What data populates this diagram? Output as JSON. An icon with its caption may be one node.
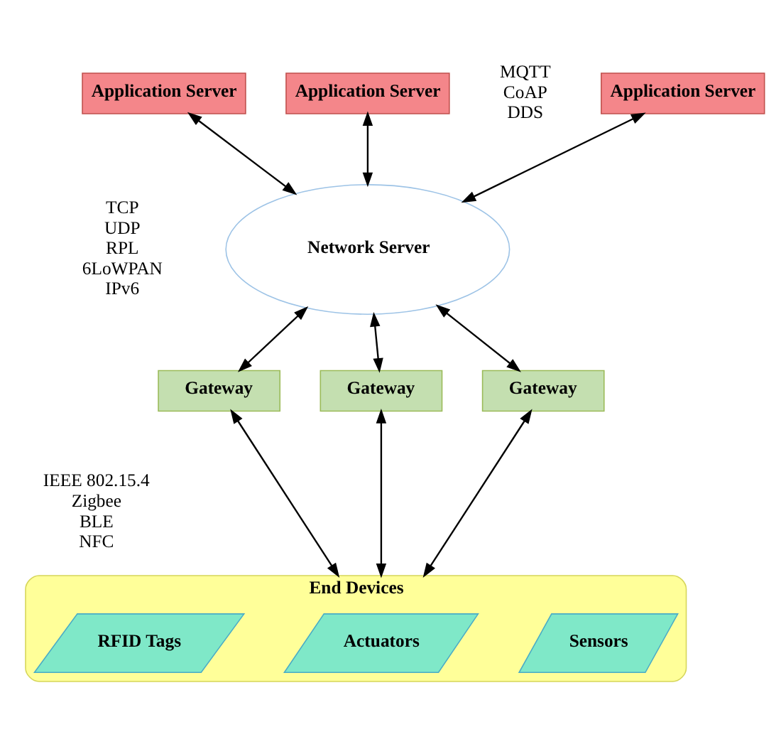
{
  "diagram": {
    "nodes": [
      {
        "text": [
          "Application Server"
        ]
      },
      {
        "text": [
          "Application Server"
        ]
      },
      {
        "text": [
          "Application Server"
        ]
      },
      {
        "text": [
          "Network Server"
        ]
      },
      {
        "text": [
          "Gateway"
        ]
      },
      {
        "text": [
          "Gateway"
        ]
      },
      {
        "text": [
          "Gateway"
        ]
      },
      {
        "text": [
          "End Devices"
        ]
      },
      {
        "text": [
          "Sensors"
        ],
        "in": 7
      },
      {
        "text": [
          "Actuators"
        ],
        "in": 7
      },
      {
        "text": [
          "RFID Tags"
        ],
        "in": 7
      }
    ],
    "edges": [
      {
        "from": 0,
        "to": 3,
        "arrow": "both"
      },
      {
        "from": 1,
        "to": 3,
        "arrow": "both"
      },
      {
        "from": 2,
        "to": 3,
        "arrow": "both"
      },
      {
        "from": 3,
        "to": 4,
        "arrow": "both"
      },
      {
        "from": 3,
        "to": 5,
        "arrow": "both"
      },
      {
        "from": 3,
        "to": 6,
        "arrow": "both"
      },
      {
        "from": 4,
        "to": 7,
        "arrow": "both"
      },
      {
        "from": 5,
        "to": 7,
        "arrow": "both"
      },
      {
        "from": 6,
        "to": 7,
        "arrow": "both"
      }
    ],
    "labels": [
      "MQTT",
      "CoAP",
      "DDS",
      "TCP",
      "UDP",
      "RPL",
      "6LoWPAN",
      "IPv6",
      "IEEE 802.15.4",
      "Zigbee",
      "BLE",
      "NFC"
    ]
  }
}
